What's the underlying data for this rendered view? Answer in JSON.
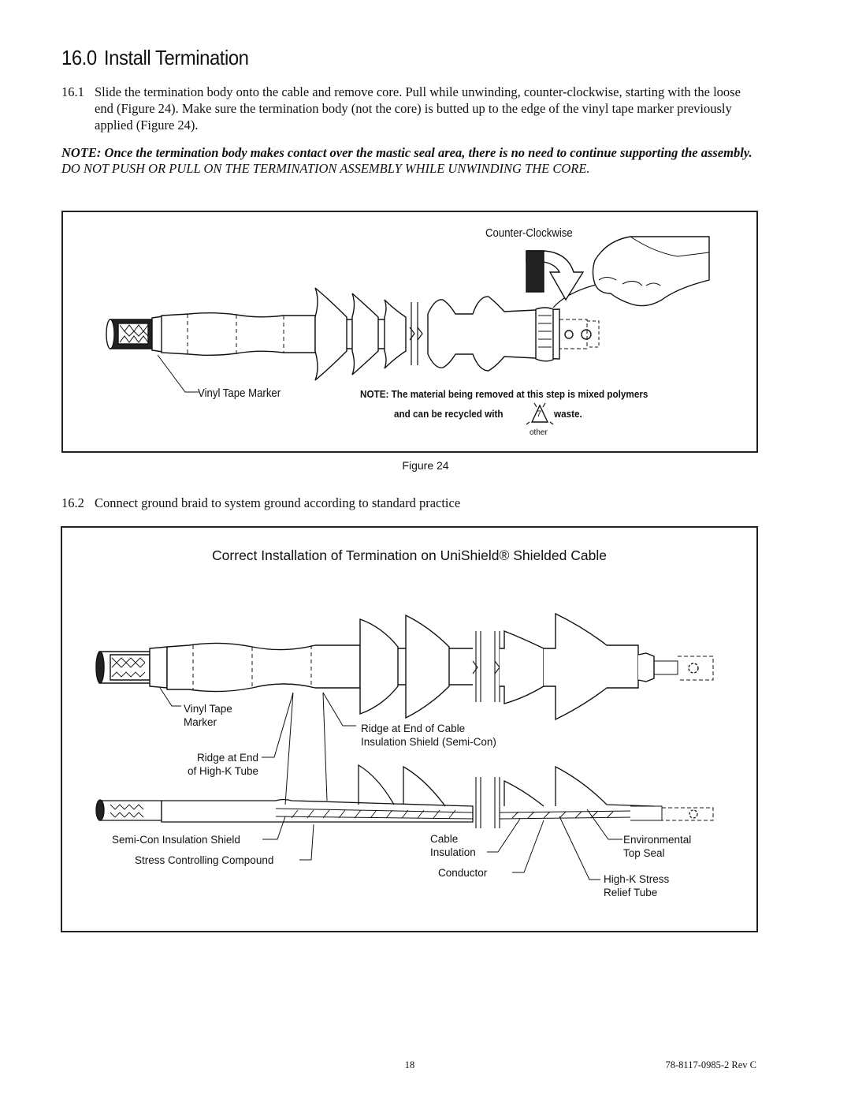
{
  "section": {
    "number": "16.0",
    "title": "Install Termination"
  },
  "steps": [
    {
      "number": "16.1",
      "text": "Slide the termination body onto the cable and remove core. Pull while unwinding, counter-clockwise, starting with the loose end (Figure 24). Make sure the termination body (not the core) is butted up to the edge of the vinyl tape marker previously applied (Figure 24)."
    },
    {
      "number": "16.2",
      "text": "Connect ground braid to system ground according to standard practice"
    }
  ],
  "note": {
    "bold": "NOTE: Once the termination body makes contact over the mastic seal area, there is no need to continue supporting the assembly.",
    "caps": "DO NOT PUSH OR PULL ON THE TERMINATION ASSEMBLY WHILE UNWINDING THE CORE."
  },
  "figure24": {
    "direction_label": "Counter-Clockwise",
    "marker_label": "Vinyl Tape Marker",
    "recycle_note_line1": "NOTE: The material being removed at this step is mixed polymers",
    "recycle_note_line2_before": "and can be recycled with",
    "recycle_note_line2_after": "waste.",
    "recycle_number": "7",
    "recycle_sub": "other",
    "caption": "Figure 24"
  },
  "figure_install": {
    "title": "Correct Installation of Termination on UniShield® Shielded Cable",
    "labels": {
      "vinyl_tape": [
        "Vinyl Tape",
        "Marker"
      ],
      "ridge_semicon": [
        "Ridge at End of Cable",
        "Insulation Shield (Semi-Con)"
      ],
      "ridge_highk": [
        "Ridge at End",
        "of High-K Tube"
      ],
      "semicon_shield": "Semi-Con Insulation Shield",
      "stress_compound": "Stress Controlling Compound",
      "cable_insulation": [
        "Cable",
        "Insulation"
      ],
      "conductor": "Conductor",
      "env_seal": [
        "Environmental",
        "Top Seal"
      ],
      "highk_tube": [
        "High-K Stress",
        "Relief Tube"
      ]
    }
  },
  "footer": {
    "page": "18",
    "doc_id": "78-8117-0985-2 Rev C"
  }
}
